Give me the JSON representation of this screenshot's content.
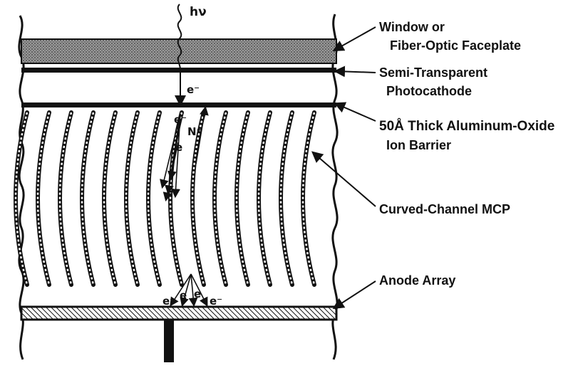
{
  "symbols": {
    "photon": "hν",
    "electron": "e⁻",
    "electron_short": "e",
    "ion": "N⁺"
  },
  "labels": {
    "window_line1": "Window or",
    "window_line2": "Fiber-Optic Faceplate",
    "photocathode_line1": "Semi-Transparent",
    "photocathode_line2": "Photocathode",
    "barrier_line1": "50Å Thick Aluminum-Oxide",
    "barrier_line2": "Ion Barrier",
    "mcp": "Curved-Channel MCP",
    "anode": "Anode Array"
  },
  "colors": {
    "ink": "#111111",
    "faceplate_fill": "#8a8a8a",
    "background": "#ffffff"
  }
}
